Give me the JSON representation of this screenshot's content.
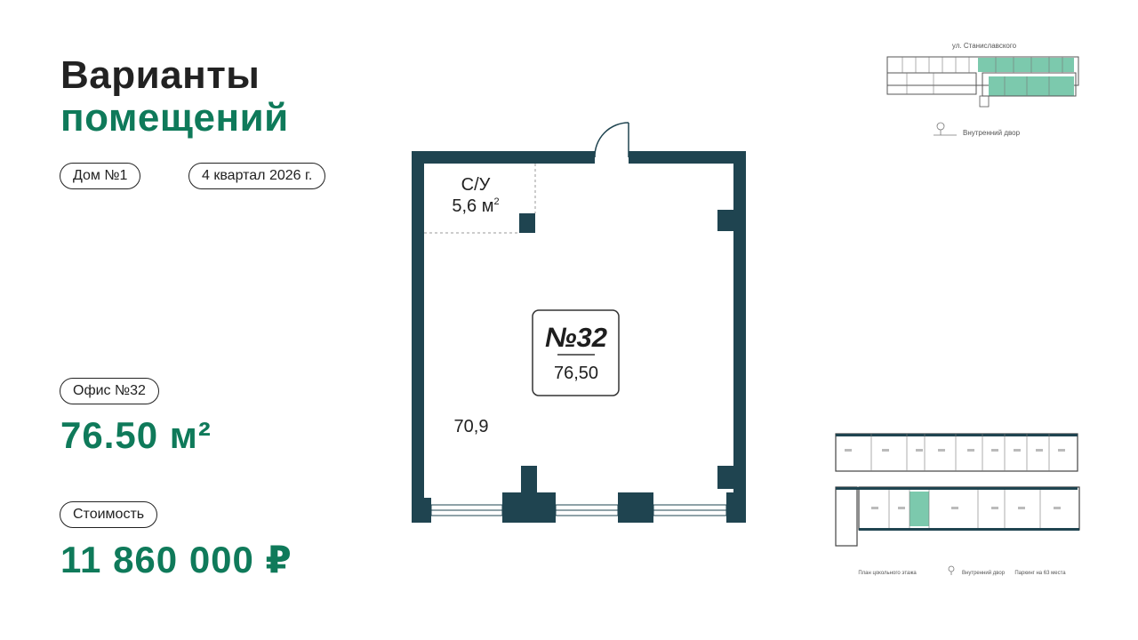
{
  "header": {
    "title_line1": "Варианты",
    "title_line2": "помещений"
  },
  "tags": {
    "house": "Дом №1",
    "completion": "4 квартал 2026 г."
  },
  "office": {
    "label": "Офис №32",
    "area": "76.50 м²"
  },
  "cost": {
    "label": "Стоимость",
    "price": "11 860 000 ₽"
  },
  "floorplan": {
    "bathroom_label": "С/У",
    "bathroom_area": "5,6 м",
    "bathroom_area_sup": "2",
    "room_number": "№32",
    "room_total": "76,50",
    "main_area": "70,9"
  },
  "minimap_top": {
    "street": "ул. Станиславского",
    "courtyard": "Внутренний двор"
  },
  "minimap_bottom": {
    "left_caption": "План цокольного этажа",
    "courtyard": "Внутренний двор",
    "parking": "Паркинг на 63 места"
  },
  "colors": {
    "accent_green": "#0f7a5a",
    "wall": "#1f4450",
    "highlight": "#7cc9ad",
    "text_dark": "#222222"
  }
}
